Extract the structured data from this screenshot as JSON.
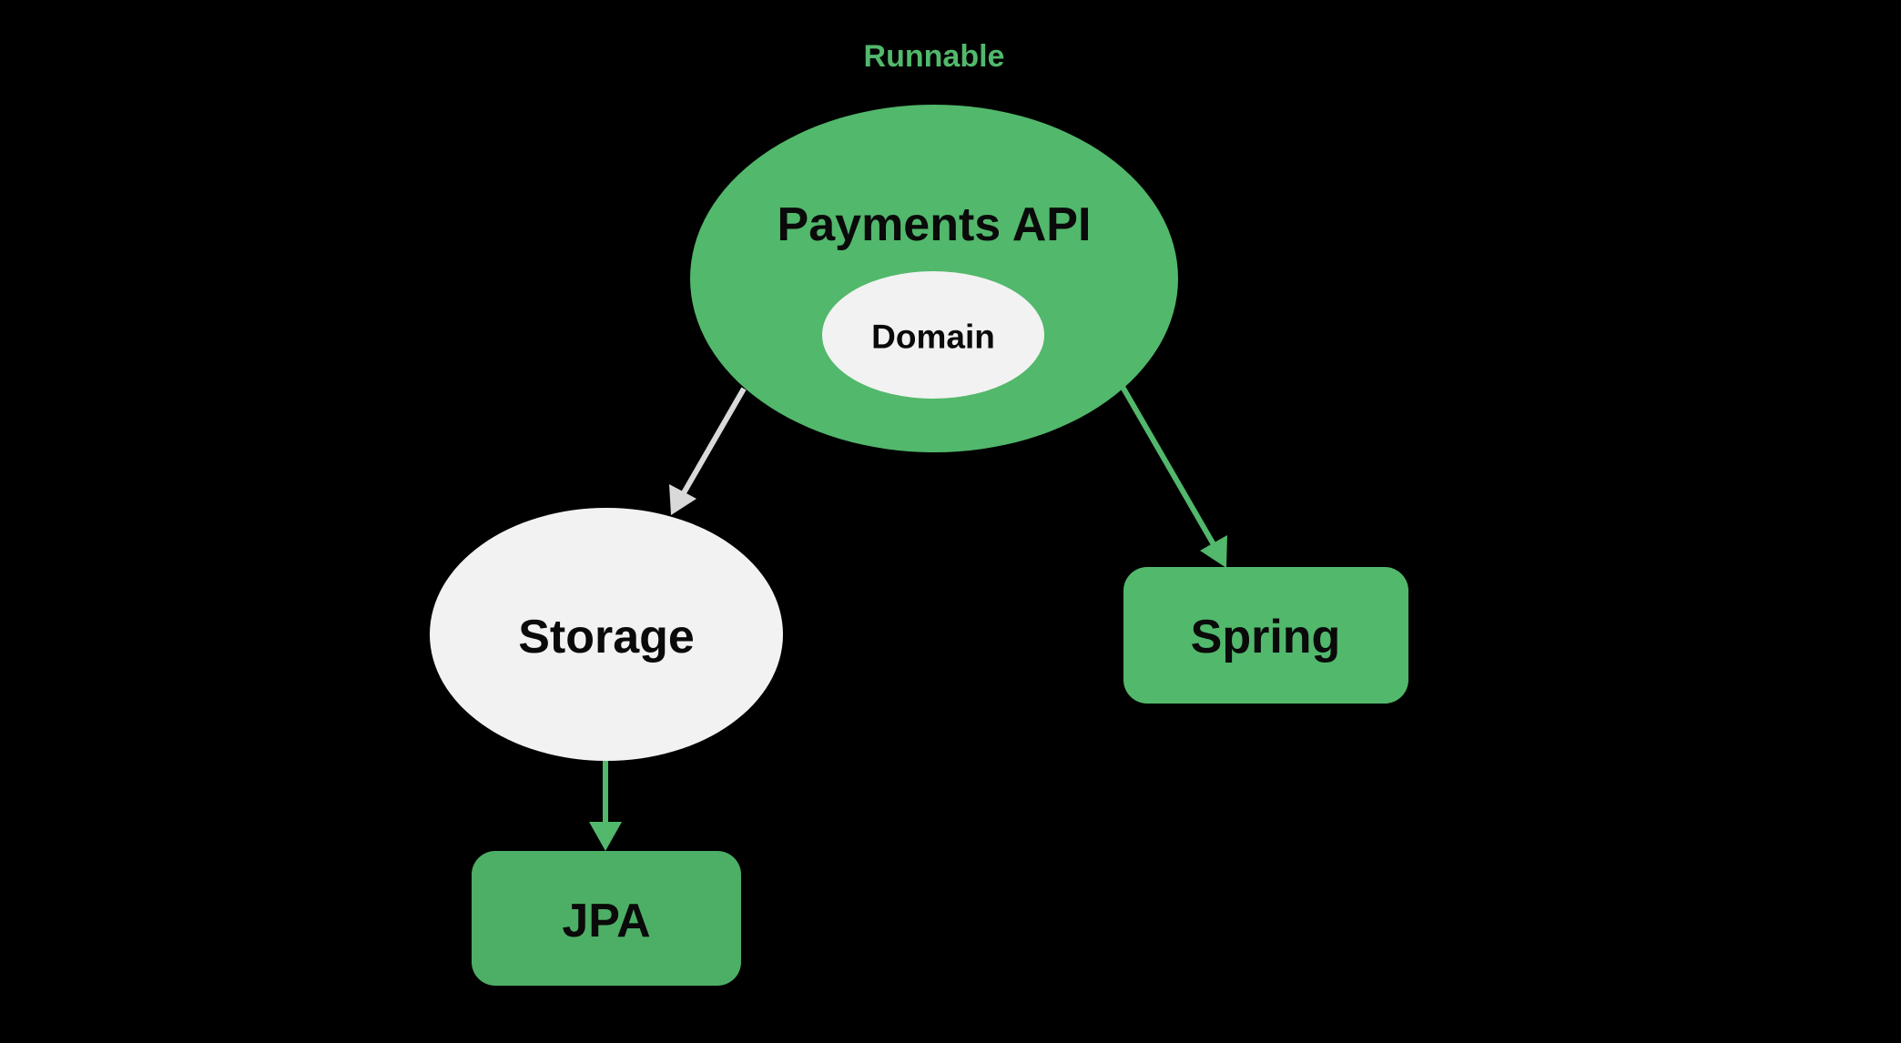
{
  "diagram": {
    "title": "Runnable",
    "colors": {
      "background": "#000000",
      "green": "#52B86C",
      "light": "#F2F2F2",
      "text_dark": "#0A0A0A",
      "arrow_gray": "#D9D9D9"
    },
    "nodes": {
      "payments_api": {
        "label": "Payments API",
        "shape": "ellipse",
        "fill": "green"
      },
      "domain": {
        "label": "Domain",
        "shape": "ellipse",
        "fill": "light",
        "parent": "payments_api"
      },
      "storage": {
        "label": "Storage",
        "shape": "ellipse",
        "fill": "light"
      },
      "spring": {
        "label": "Spring",
        "shape": "rounded-rect",
        "fill": "green"
      },
      "jpa": {
        "label": "JPA",
        "shape": "rounded-rect",
        "fill": "green"
      }
    },
    "edges": [
      {
        "from": "Payments API",
        "to": "Storage",
        "color": "gray"
      },
      {
        "from": "Payments API",
        "to": "Spring",
        "color": "green"
      },
      {
        "from": "Storage",
        "to": "JPA",
        "color": "green"
      }
    ]
  }
}
